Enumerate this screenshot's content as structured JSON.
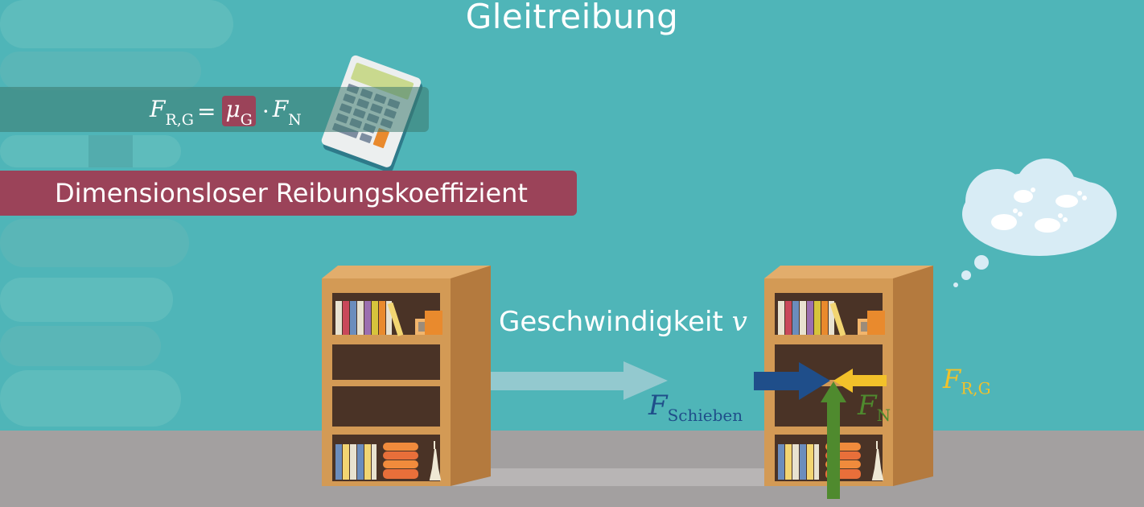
{
  "title": "Gleitreibung",
  "formula": {
    "lhs_symbol": "F",
    "lhs_sub": "R,G",
    "equals": "=",
    "mu_symbol": "μ",
    "mu_sub": "G",
    "dot": "·",
    "rhs_symbol": "F",
    "rhs_sub": "N"
  },
  "definition": "Dimensionsloser Reibungskoeffizient",
  "velocity": {
    "label": "Geschwindigkeit",
    "symbol": "v"
  },
  "forces": {
    "push": {
      "symbol": "F",
      "sub": "Schieben"
    },
    "normal": {
      "symbol": "F",
      "sub": "N"
    },
    "friction": {
      "symbol": "F",
      "sub": "R,G"
    }
  },
  "colors": {
    "background": "#4fb5b8",
    "floor": "#a3a0a0",
    "highlight": "#9b4359",
    "push_arrow": "#1f4e8a",
    "normal_arrow": "#4f8a2e",
    "friction_arrow": "#f2c12a",
    "shelf_front": "#d39a55",
    "shelf_inner": "#4a3326"
  },
  "icons": [
    "calculator-icon",
    "thought-cloud-icon",
    "footprint-icon",
    "bookshelf-icon",
    "motion-arrow-icon"
  ]
}
